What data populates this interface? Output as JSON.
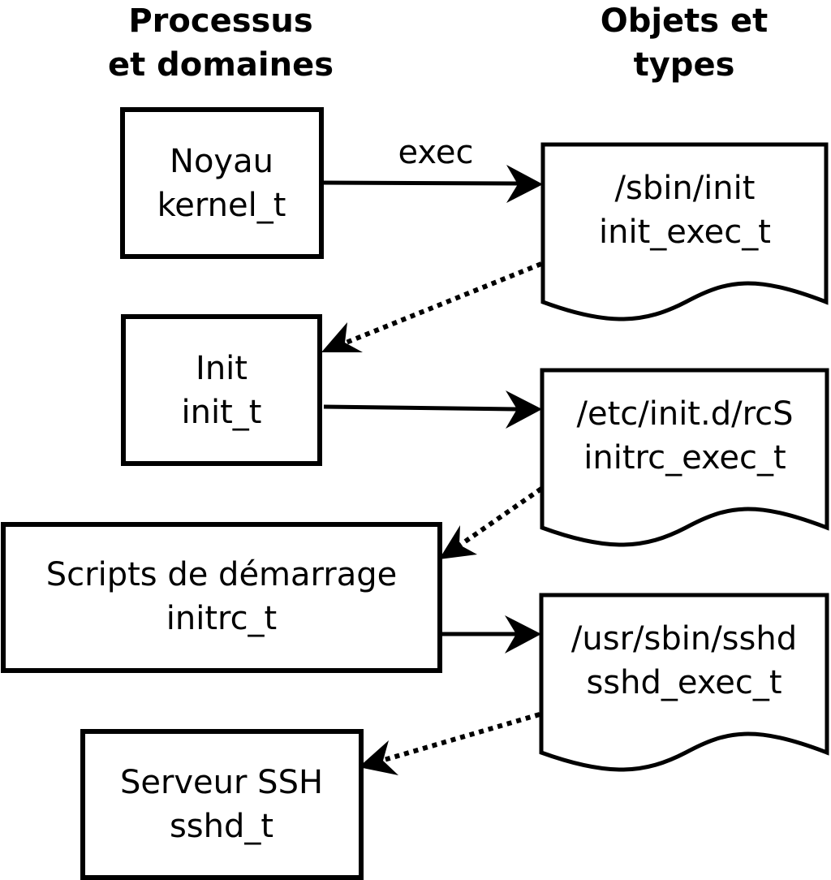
{
  "headings": {
    "processes": [
      "Processus",
      "et domaines"
    ],
    "objects": [
      "Objets et",
      "types"
    ]
  },
  "edge_label": "exec",
  "processes": [
    {
      "name": "Noyau",
      "type": "kernel_t"
    },
    {
      "name": "Init",
      "type": "init_t"
    },
    {
      "name": "Scripts de démarrage",
      "type": "initrc_t"
    },
    {
      "name": "Serveur SSH",
      "type": "sshd_t"
    }
  ],
  "objects": [
    {
      "path": "/sbin/init",
      "type": "init_exec_t"
    },
    {
      "path": "/etc/init.d/rcS",
      "type": "initrc_exec_t"
    },
    {
      "path": "/usr/sbin/sshd",
      "type": "sshd_exec_t"
    }
  ]
}
